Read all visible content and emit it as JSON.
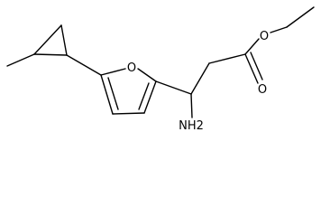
{
  "molecule": {
    "atom_labels": {
      "ring_oxygen": "O",
      "ester_oxygen": "O",
      "carbonyl_oxygen": "O",
      "amino": "NH2"
    }
  },
  "colors": {
    "bond": "#000000",
    "background": "#ffffff"
  }
}
